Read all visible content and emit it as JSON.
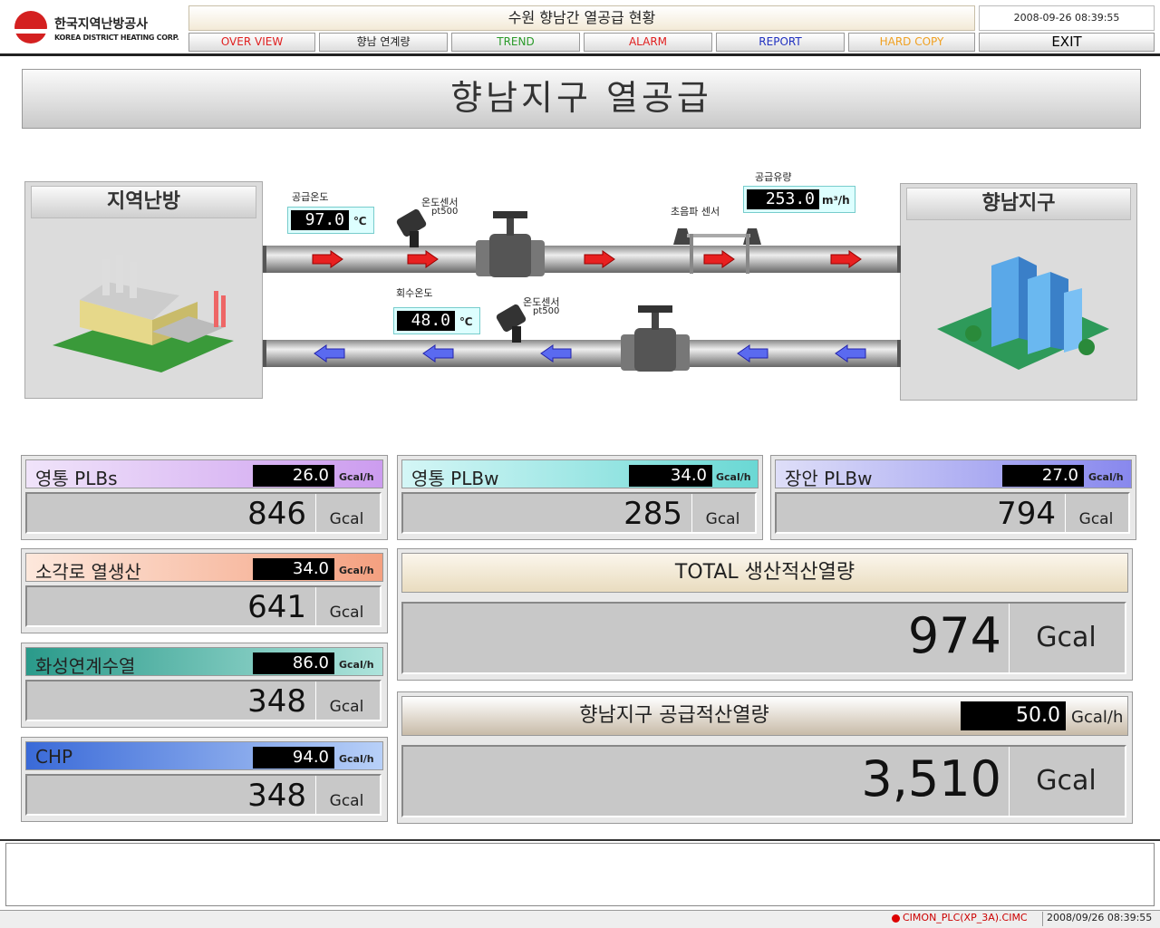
{
  "header": {
    "logo_korean": "한국지역난방공사",
    "logo_english": "KOREA DISTRICT HEATING CORP.",
    "title": "수원 향남간 열공급 현황",
    "datetime": "2008-09-26 08:39:55"
  },
  "nav": [
    {
      "label": "OVER VIEW",
      "color": "#e02020"
    },
    {
      "label": "향남 연계량",
      "color": "#222222"
    },
    {
      "label": "TREND",
      "color": "#2a9a2a"
    },
    {
      "label": "ALARM",
      "color": "#e02020"
    },
    {
      "label": "REPORT",
      "color": "#2030c0"
    },
    {
      "label": "HARD COPY",
      "color": "#f0a020"
    },
    {
      "label": "EXIT",
      "color": "#000000"
    }
  ],
  "main": {
    "title": "향남지구 열공급",
    "left_site": "지역난방",
    "right_site": "향남지구",
    "supply_temp_label": "공급온도",
    "supply_temp_value": "97.0",
    "supply_temp_unit": "℃",
    "return_temp_label": "회수온도",
    "return_temp_value": "48.0",
    "return_temp_unit": "℃",
    "sensor1_label": "온도센서",
    "sensor1_sub": "pt500",
    "sensor2_label": "온도센서",
    "sensor2_sub": "pt500",
    "ultrasonic_label": "초음파 센서",
    "flow_label": "공급유량",
    "flow_value": "253.0",
    "flow_unit": "m³/h"
  },
  "panels": {
    "p1": {
      "name": "영통 PLBs",
      "rate": "26.0",
      "rate_unit": "Gcal/h",
      "value": "846",
      "unit": "Gcal",
      "color": "#d8b8f0"
    },
    "p2": {
      "name": "영통 PLBw",
      "rate": "34.0",
      "rate_unit": "Gcal/h",
      "value": "285",
      "unit": "Gcal",
      "color": "#90e0e0"
    },
    "p3": {
      "name": "장안 PLBw",
      "rate": "27.0",
      "rate_unit": "Gcal/h",
      "value": "794",
      "unit": "Gcal",
      "color": "#a8a8f0"
    },
    "p4": {
      "name": "소각로 열생산",
      "rate": "34.0",
      "rate_unit": "Gcal/h",
      "value": "641",
      "unit": "Gcal",
      "color": "#f4b090"
    },
    "p5": {
      "name": "화성연계수열",
      "rate": "86.0",
      "rate_unit": "Gcal/h",
      "value": "348",
      "unit": "Gcal",
      "color": "#60c0b0"
    },
    "p6": {
      "name": "CHP",
      "rate": "94.0",
      "rate_unit": "Gcal/h",
      "value": "348",
      "unit": "Gcal",
      "color": "#80a8f0"
    }
  },
  "total": {
    "label": "TOTAL 생산적산열량",
    "value": "974",
    "unit": "Gcal"
  },
  "supply_total": {
    "label": "향남지구 공급적산열량",
    "rate": "50.0",
    "rate_unit": "Gcal/h",
    "value": "3,510",
    "unit": "Gcal"
  },
  "statusbar": {
    "plc": "CIMON_PLC(XP_3A).CIMC",
    "datetime": "2008/09/26 08:39:55"
  }
}
